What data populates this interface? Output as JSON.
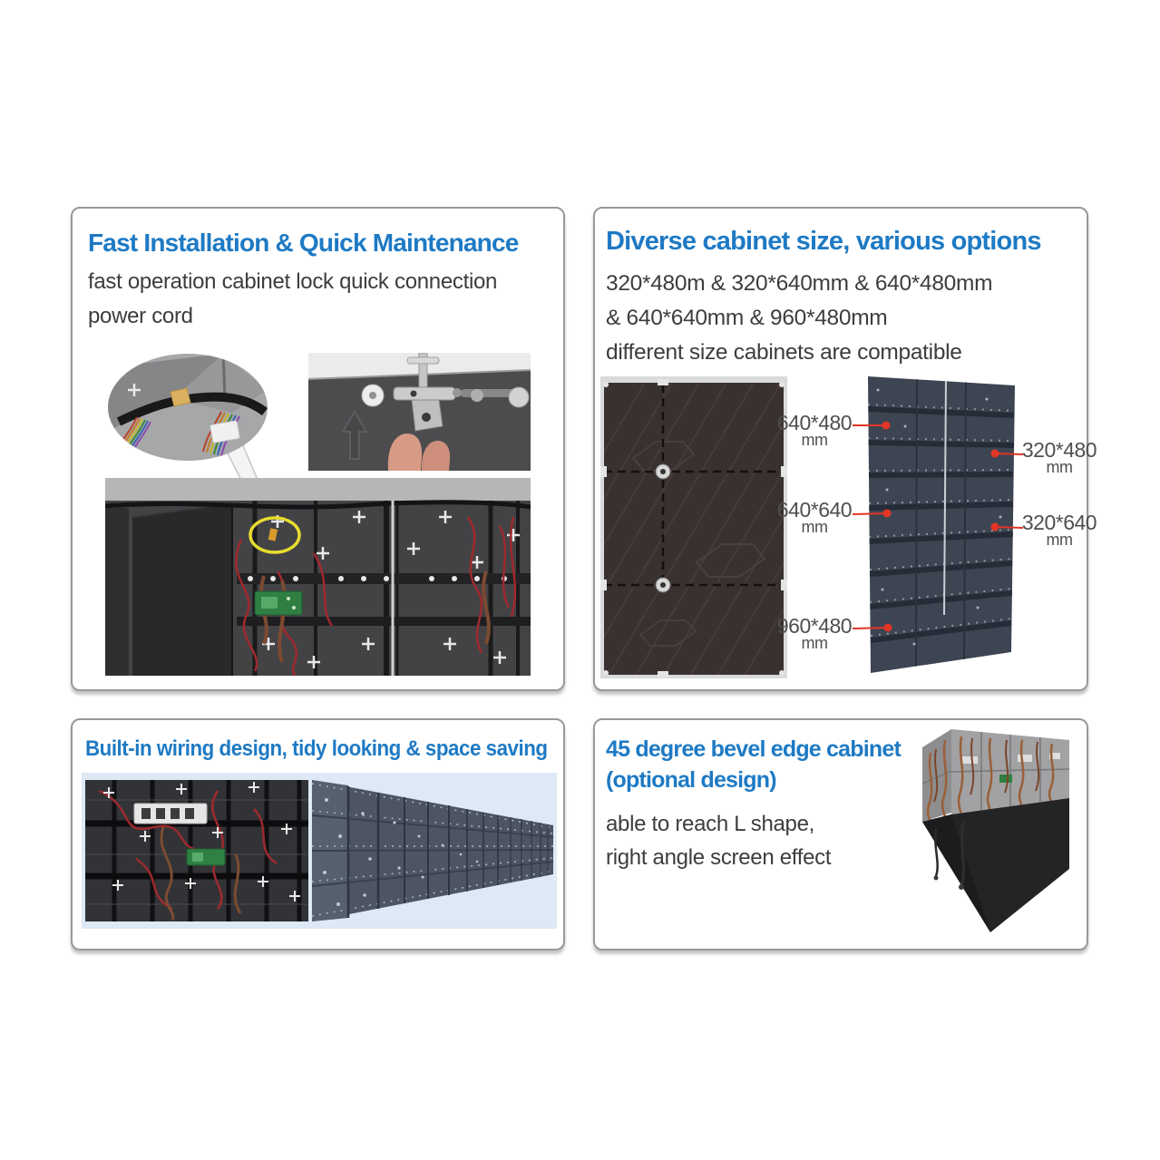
{
  "colors": {
    "accent": "#1e7ac4",
    "body_text": "#3d3d3d",
    "leader_red": "#e23527",
    "highlight_yellow": "#e8dc2e"
  },
  "panels": {
    "fast_installation": {
      "title": "Fast Installation & Quick Maintenance",
      "body": [
        "fast operation cabinet lock quick connection",
        "power cord"
      ]
    },
    "cabinet_sizes": {
      "title": "Diverse cabinet size, various options",
      "body": [
        "320*480m & 320*640mm & 640*480mm",
        "& 640*640mm & 960*480mm",
        "different size cabinets are compatible"
      ],
      "labels_left": [
        {
          "size": "640*480",
          "unit": "mm"
        },
        {
          "size": "640*640",
          "unit": "mm"
        },
        {
          "size": "960*480",
          "unit": "mm"
        }
      ],
      "labels_right": [
        {
          "size": "320*480",
          "unit": "mm"
        },
        {
          "size": "320*640",
          "unit": "mm"
        }
      ]
    },
    "builtin_wiring": {
      "title": "Built-in wiring design, tidy looking & space saving"
    },
    "bevel_edge": {
      "title": [
        "45 degree bevel edge cabinet",
        "(optional design)"
      ],
      "body": [
        "able to reach L shape,",
        "right angle screen effect"
      ]
    }
  }
}
